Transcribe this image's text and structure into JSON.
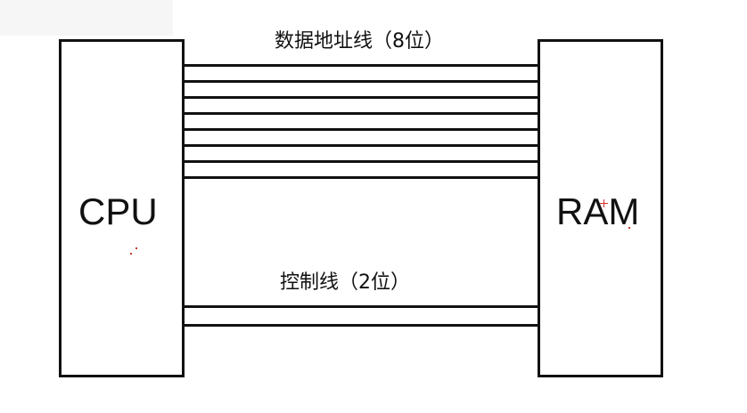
{
  "diagram": {
    "left_block": {
      "label": "CPU"
    },
    "right_block": {
      "label": "RAM"
    },
    "buses": [
      {
        "label": "数据地址线（8位）",
        "wire_count": 8
      },
      {
        "label": "控制线（2位）",
        "wire_count": 2
      }
    ]
  },
  "colors": {
    "stroke": "#111111",
    "background": "#ffffff"
  }
}
